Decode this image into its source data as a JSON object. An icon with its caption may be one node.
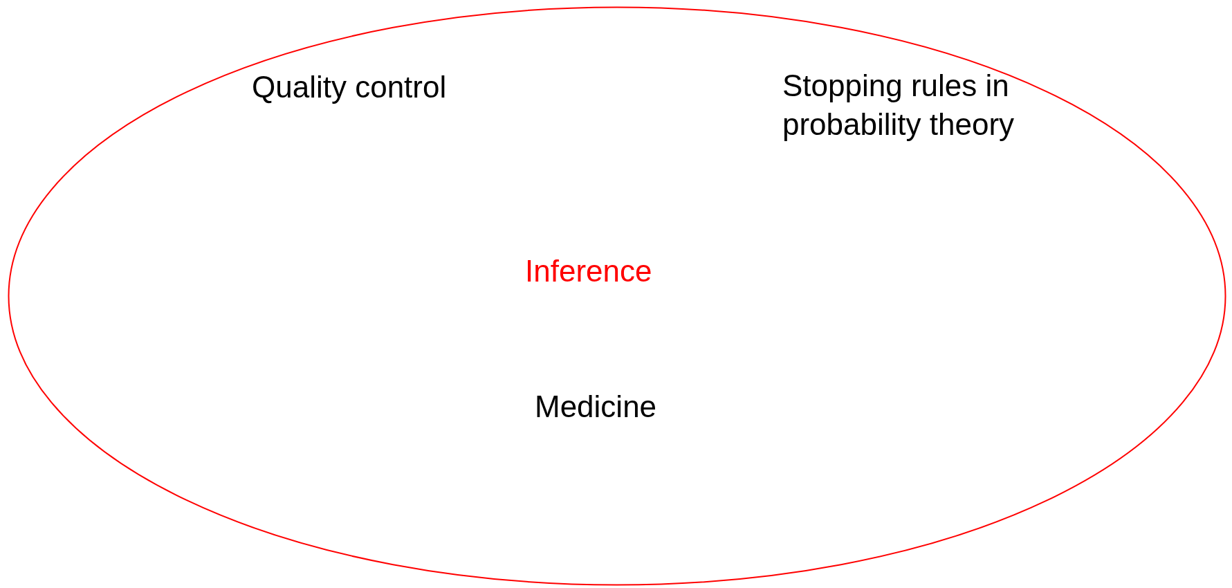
{
  "diagram": {
    "nodes": [
      {
        "text": [
          "Quality control",
          "Stopping rules in probability theory",
          "Inference",
          "Medicine"
        ]
      }
    ]
  }
}
